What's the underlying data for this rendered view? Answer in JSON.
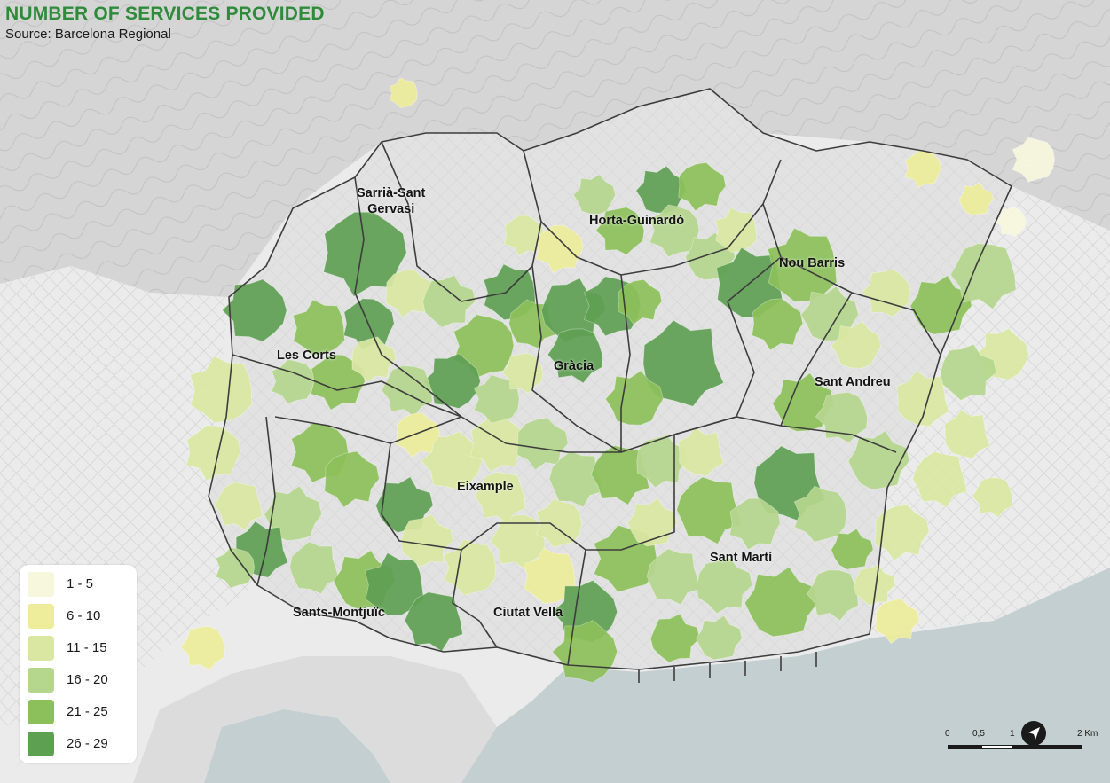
{
  "title": "NUMBER OF SERVICES PROVIDED",
  "source": "Source: Barcelona Regional",
  "districts": [
    {
      "name_line1": "Sarrià-Sant",
      "name_line2": "Gervasi"
    },
    {
      "name_line1": "Horta-Guinardó",
      "name_line2": ""
    },
    {
      "name_line1": "Nou Barris",
      "name_line2": ""
    },
    {
      "name_line1": "Les Corts",
      "name_line2": ""
    },
    {
      "name_line1": "Gràcia",
      "name_line2": ""
    },
    {
      "name_line1": "Sant Andreu",
      "name_line2": ""
    },
    {
      "name_line1": "Eixample",
      "name_line2": ""
    },
    {
      "name_line1": "Sant Martí",
      "name_line2": ""
    },
    {
      "name_line1": "Sants-Montjuïc",
      "name_line2": ""
    },
    {
      "name_line1": "Ciutat Vella",
      "name_line2": ""
    }
  ],
  "legend": [
    {
      "label": "1 - 5",
      "color": "#f6f7dc"
    },
    {
      "label": "6 - 10",
      "color": "#eded9b"
    },
    {
      "label": "11 - 15",
      "color": "#d9e7a2"
    },
    {
      "label": "16 - 20",
      "color": "#b5d68d"
    },
    {
      "label": "21 - 25",
      "color": "#8cc05a"
    },
    {
      "label": "26 - 29",
      "color": "#5ea052"
    }
  ],
  "scale_bar": {
    "ticks": [
      "0",
      "0,5",
      "1",
      "2 Km"
    ]
  },
  "colors": {
    "title": "#2e8b3a",
    "sea": "#c4cfd2",
    "hills": "#d5d5d5",
    "urban": "#ededed",
    "boundary": "#3d3d3d"
  },
  "icons": {
    "north_arrow": "north-arrow-icon"
  }
}
